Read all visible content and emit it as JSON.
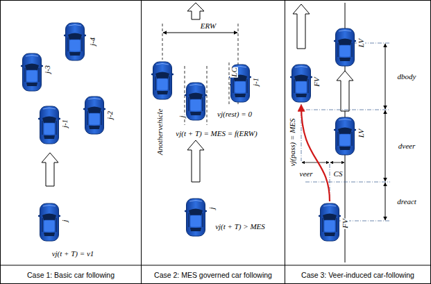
{
  "diagram": {
    "nodes": [
      {
        "text": [
          "Case 1: Basic car following"
        ]
      },
      {
        "text": [
          "Case 2: MES governed car following"
        ]
      },
      {
        "text": [
          "Case 3: Veer-induced car-following"
        ]
      }
    ],
    "labels": [
      "j-4",
      "j-3",
      "j-1",
      "j-2",
      "j",
      "vj(t + T) = v1",
      "ERW",
      "j-1",
      "LC",
      "vj(rest) = 0",
      "Anothervehicle",
      "j",
      "vj(t + T) = MES = f(ERW)",
      "j",
      "vj(t + T) > MES",
      "LV",
      "dbody",
      "FV",
      "LV",
      "dveer",
      "vj(pass) = MES",
      "veer",
      "CS",
      "dreact",
      "FV"
    ]
  }
}
